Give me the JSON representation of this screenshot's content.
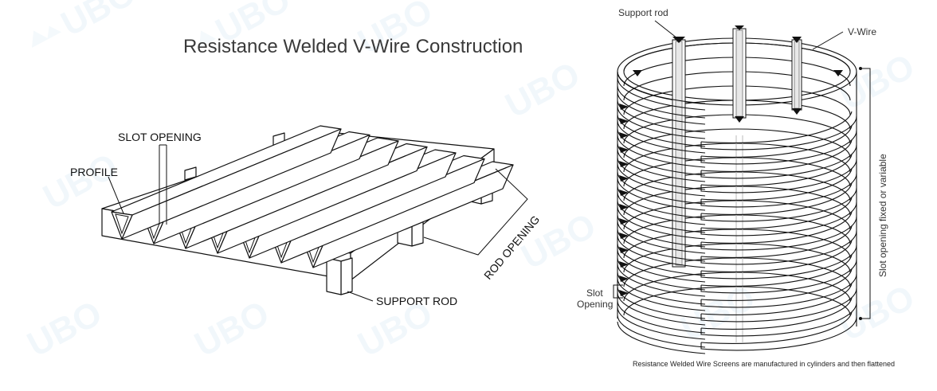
{
  "title": "Resistance Welded V-Wire Construction",
  "flat_panel": {
    "labels": {
      "slot_opening": "SLOT OPENING",
      "profile": "PROFILE",
      "rod_opening": "ROD OPENING",
      "support_rod": "SUPPORT ROD"
    }
  },
  "cylinder": {
    "labels": {
      "support_rod": "Support rod",
      "v_wire": "V-Wire",
      "slot_line1": "Slot",
      "slot_line2": "Opening",
      "slot_fixed": "Slot opening fixed or variable"
    }
  },
  "caption": "Resistance Welded Wire Screens are manufactured in cylinders and then flattened",
  "watermark": {
    "text": "UBO"
  }
}
